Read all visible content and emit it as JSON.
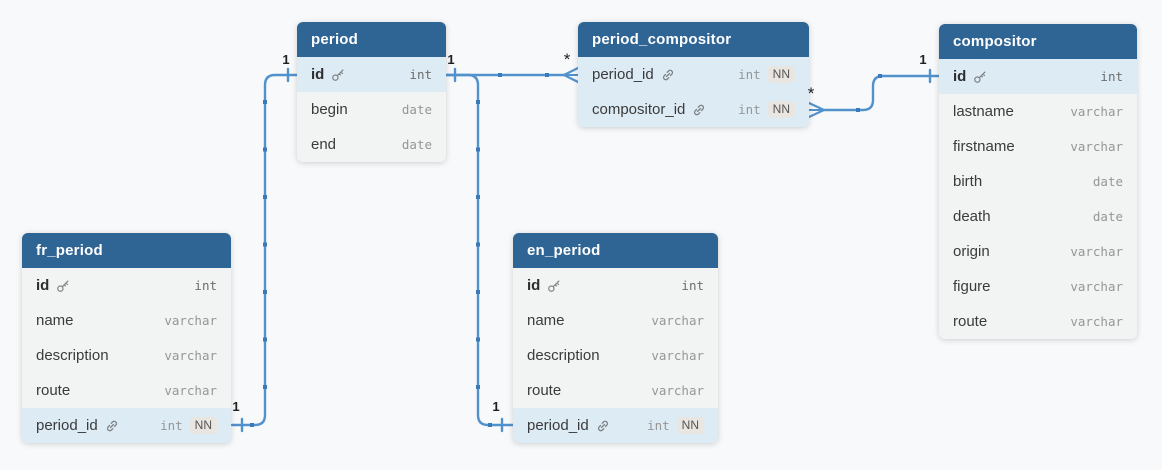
{
  "diagram": {
    "colors": {
      "canvas_background": "#f8f9fa",
      "table_header": "#2f6594",
      "highlight_row": "#ddebf5",
      "row_background": "#f2f3f3",
      "relationship_line": "#5191cc",
      "relationship_dot": "#3a7ab8"
    }
  },
  "tables": [
    {
      "name": "period",
      "columns": [
        {
          "name": "id",
          "type": "int",
          "icon": "key-icon",
          "highlight": true
        },
        {
          "name": "begin",
          "type": "date"
        },
        {
          "name": "end",
          "type": "date"
        }
      ]
    },
    {
      "name": "period_compositor",
      "columns": [
        {
          "name": "period_id",
          "type": "int",
          "nn": "NN",
          "icon": "link-icon",
          "highlight": true
        },
        {
          "name": "compositor_id",
          "type": "int",
          "nn": "NN",
          "icon": "link-icon",
          "highlight": true
        }
      ]
    },
    {
      "name": "compositor",
      "columns": [
        {
          "name": "id",
          "type": "int",
          "icon": "key-icon",
          "highlight": true
        },
        {
          "name": "lastname",
          "type": "varchar"
        },
        {
          "name": "firstname",
          "type": "varchar"
        },
        {
          "name": "birth",
          "type": "date"
        },
        {
          "name": "death",
          "type": "date"
        },
        {
          "name": "origin",
          "type": "varchar"
        },
        {
          "name": "figure",
          "type": "varchar"
        },
        {
          "name": "route",
          "type": "varchar"
        }
      ]
    },
    {
      "name": "fr_period",
      "columns": [
        {
          "name": "id",
          "type": "int",
          "icon": "key-icon"
        },
        {
          "name": "name",
          "type": "varchar"
        },
        {
          "name": "description",
          "type": "varchar"
        },
        {
          "name": "route",
          "type": "varchar"
        },
        {
          "name": "period_id",
          "type": "int",
          "nn": "NN",
          "icon": "link-icon",
          "highlight": true
        }
      ]
    },
    {
      "name": "en_period",
      "columns": [
        {
          "name": "id",
          "type": "int",
          "icon": "key-icon"
        },
        {
          "name": "name",
          "type": "varchar"
        },
        {
          "name": "description",
          "type": "varchar"
        },
        {
          "name": "route",
          "type": "varchar"
        },
        {
          "name": "period_id",
          "type": "int",
          "nn": "NN",
          "icon": "link-icon",
          "highlight": true
        }
      ]
    }
  ],
  "relationships": [
    {
      "from": "period.id",
      "to": "fr_period.period_id",
      "from_cardinality": "1",
      "to_cardinality": "1"
    },
    {
      "from": "period.id",
      "to": "en_period.period_id",
      "from_cardinality": "1",
      "to_cardinality": "1"
    },
    {
      "from": "period.id",
      "to": "period_compositor.period_id",
      "from_cardinality": "1",
      "to_cardinality": "*"
    },
    {
      "from": "compositor.id",
      "to": "period_compositor.compositor_id",
      "from_cardinality": "1",
      "to_cardinality": "*"
    }
  ]
}
